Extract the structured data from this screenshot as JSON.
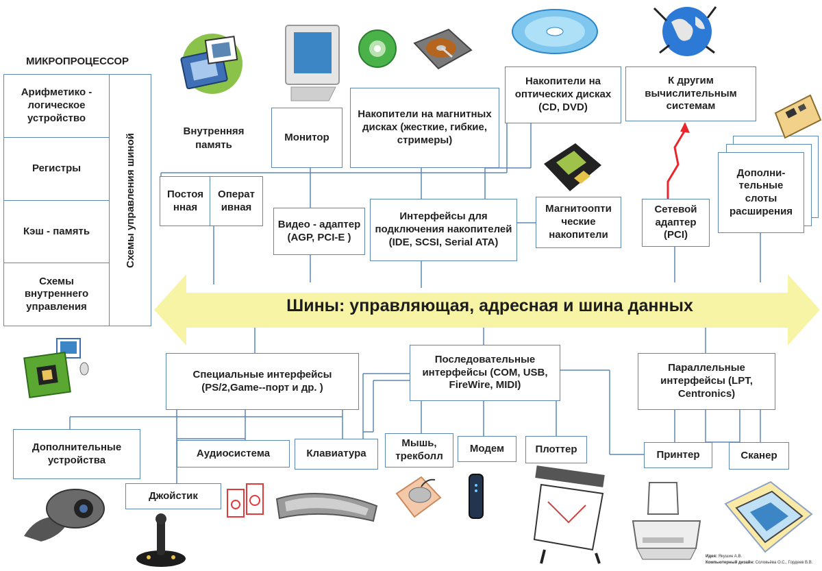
{
  "microprocessor": {
    "title": "МИКРОПРОЦЕССОР",
    "cells": [
      "Арифметико - логическое устройство",
      "Регистры",
      "Кэш - память",
      "Схемы внутреннего управления"
    ],
    "vertical_label": "Схемы управления шиной"
  },
  "internal_memory": {
    "label": "Внутренняя память",
    "rom": "Постоя нная",
    "ram": "Операт ивная"
  },
  "monitor": "Монитор",
  "video_adapter": "Видео - адаптер (AGP, PCI-E )",
  "magnetic_drives": "Накопители на магнитных дисках (жесткие, гибкие, стримеры)",
  "optical_drives": "Накопители на оптических дисках (CD, DVD)",
  "other_systems": "К другим вычислительным системам",
  "drive_interfaces": "Интерфейсы для подключения накопителей (IDE, SCSI, Serial ATA)",
  "magneto_optical": "Магнитоопти ческие накопители",
  "network_adapter": "Сетевой адаптер (PCI)",
  "expansion_slots": "Дополни- тельные слоты расширения",
  "bus": "Шины: управляющая, адресная и шина данных",
  "special_interfaces": "Специальные интерфейсы (PS/2,Game--порт и др. )",
  "serial_interfaces": "Последовательные интерфейсы (COM, USB, FireWire, MIDI)",
  "parallel_interfaces": "Параллельные интерфейсы (LPT, Centronics)",
  "devices": {
    "additional": "Дополнительные устройства",
    "joystick": "Джойстик",
    "audio": "Аудиосистема",
    "keyboard": "Клавиатура",
    "mouse": "Мышь, трекболл",
    "modem": "Модем",
    "plotter": "Плоттер",
    "printer": "Принтер",
    "scanner": "Сканер"
  },
  "credits": {
    "idea_label": "Идея:",
    "idea_name": "Якушин А.В.",
    "design_label": "Компьютерный дизайн:",
    "design_names": "Соловьёва О.С., Гордеев В.В."
  },
  "colors": {
    "box_border": "#5b87b5",
    "bus_fill": "#f7f4a6",
    "network_arrow": "#e8262b"
  }
}
